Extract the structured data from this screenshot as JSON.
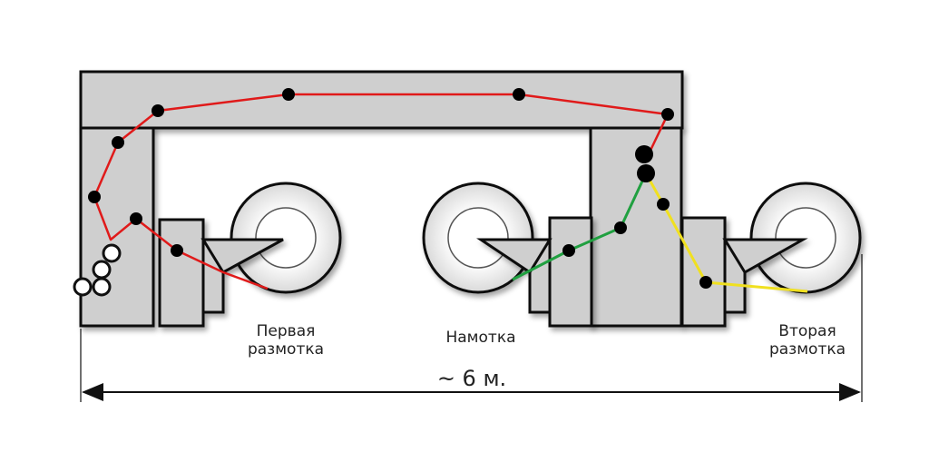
{
  "labels": {
    "unwind1_line1": "Первая",
    "unwind1_line2": "размотка",
    "winding": "Намотка",
    "unwind2_line1": "Вторая",
    "unwind2_line2": "размотка"
  },
  "dimension": {
    "text": "~ 6 м."
  },
  "colors": {
    "frame_fill": "#cfcfcf",
    "frame_stroke": "#111111",
    "roll_fill": "#f4f4f4",
    "path_red": "#e01a1a",
    "path_green": "#20a040",
    "path_yellow": "#f0e020",
    "dot": "#000000",
    "guide_roller": "#ffffff"
  }
}
